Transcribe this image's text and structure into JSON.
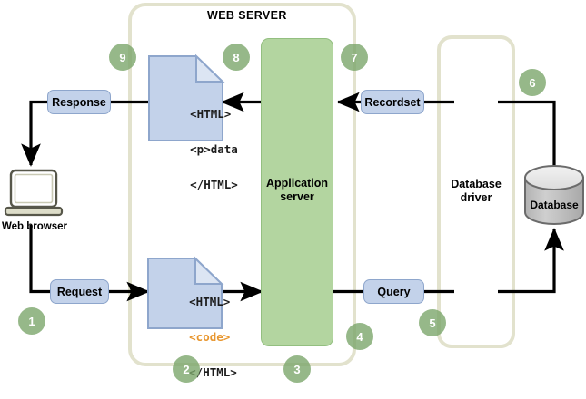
{
  "diagram": {
    "title": "WEB SERVER",
    "containers": {
      "web_server": {
        "label": "WEB SERVER"
      },
      "database_driver": {
        "label": "Database\ndriver",
        "line1": "Database",
        "line2": "driver"
      },
      "application_server": {
        "label": "Application\nserver",
        "line1": "Application",
        "line2": "server"
      }
    },
    "nodes": {
      "web_browser": {
        "label": "Web browser",
        "icon": "laptop-icon"
      },
      "database": {
        "label": "Database",
        "icon": "cylinder-icon"
      }
    },
    "chips": [
      {
        "id": "response",
        "label": "Response"
      },
      {
        "id": "request",
        "label": "Request"
      },
      {
        "id": "recordset",
        "label": "Recordset"
      },
      {
        "id": "query",
        "label": "Query"
      }
    ],
    "documents": [
      {
        "id": "html-data-document",
        "lines": [
          "<HTML>",
          "<p>data",
          "</HTML>"
        ],
        "line1": "<HTML>",
        "line2": "<p>data",
        "line3": "</HTML>"
      },
      {
        "id": "html-code-document",
        "lines": [
          "<HTML>",
          "<code>",
          "</HTML>"
        ],
        "line1": "<HTML>",
        "line2": "<code>",
        "line3": "</HTML>"
      }
    ],
    "steps": [
      {
        "n": "1"
      },
      {
        "n": "2"
      },
      {
        "n": "3"
      },
      {
        "n": "4"
      },
      {
        "n": "5"
      },
      {
        "n": "6"
      },
      {
        "n": "7"
      },
      {
        "n": "8"
      },
      {
        "n": "9"
      }
    ],
    "colors": {
      "chip_fill": "#c3d2ea",
      "chip_stroke": "#8ea6cc",
      "app_server_fill": "#b3d5a0",
      "app_server_stroke": "#93bf80",
      "container_stroke": "#e0e0cc",
      "step_circle": "#7ca66c",
      "doc_fill": "#c3d2ea",
      "doc_stroke": "#8ea6cc",
      "code_accent": "#e8962e",
      "database_fill": "#bdbdbd",
      "database_top": "#e8e8e8",
      "arrow": "#000000",
      "laptop_body": "#d7d7c4"
    }
  }
}
